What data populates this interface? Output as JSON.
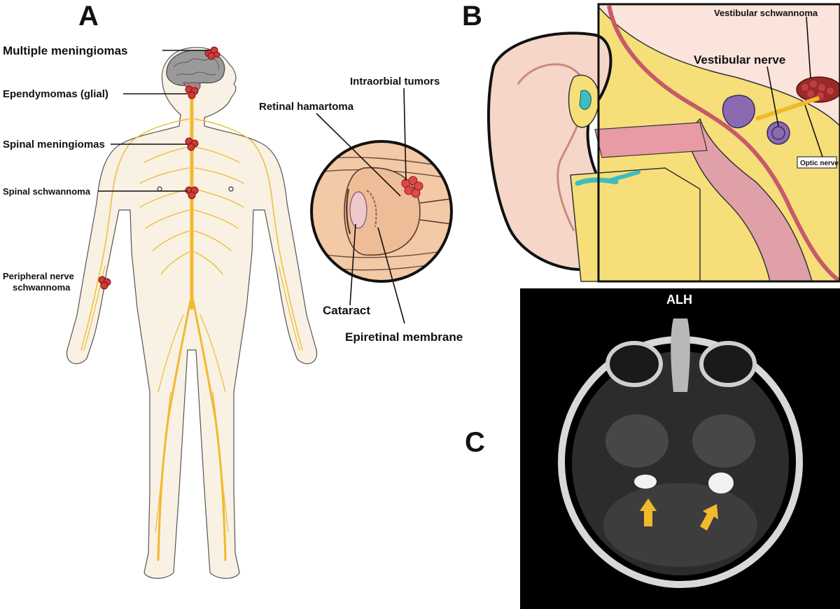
{
  "panels": {
    "a": {
      "letter": "A"
    },
    "b": {
      "letter": "B"
    },
    "c": {
      "letter": "C"
    }
  },
  "body_labels": {
    "multiple_meningiomas": "Multiple meningiomas",
    "ependymomas": "Ependymomas (glial)",
    "spinal_meningiomas": "Spinal meningiomas",
    "spinal_schwannoma": "Spinal schwannoma",
    "peripheral_line1": "Peripheral nerve",
    "peripheral_line2": "schwannoma"
  },
  "eye_labels": {
    "intraorbial_tumors": "Intraorbial tumors",
    "retinal_hamartoma": "Retinal hamartoma",
    "cataract": "Cataract",
    "epiretinal_membrane": "Epiretinal membrane"
  },
  "ear_labels": {
    "vestibular_schwannoma": "Vestibular schwannoma",
    "vestibular_nerve": "Vestibular nerve",
    "optic_nerve": "Optic nerve"
  },
  "mri": {
    "title": "ALH"
  },
  "colors": {
    "nerve": "#f2b92e",
    "tumor": "#cf3a3a",
    "skin": "#f8f1e4",
    "bone": "#f6df79",
    "mri_bg": "#000000"
  }
}
